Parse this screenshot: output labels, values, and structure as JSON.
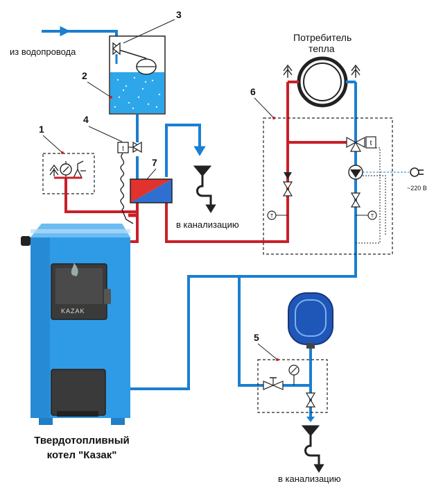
{
  "labels": {
    "from_water_main": "из водопровода",
    "to_sewer_top": "в канализацию",
    "to_sewer_bottom": "в канализацию",
    "consumer_line1": "Потребитель",
    "consumer_line2": "тепла",
    "voltage": "~220 В",
    "boiler_line1": "Твердотопливный",
    "boiler_line2": "котел \"Казак\"",
    "boiler_brand": "KAZAK"
  },
  "callouts": [
    {
      "id": "1",
      "text": "1"
    },
    {
      "id": "2",
      "text": "2"
    },
    {
      "id": "3",
      "text": "3"
    },
    {
      "id": "4",
      "text": "4"
    },
    {
      "id": "5",
      "text": "5"
    },
    {
      "id": "6",
      "text": "6"
    },
    {
      "id": "7",
      "text": "7"
    }
  ],
  "colors": {
    "hot": "#c8202a",
    "cold": "#1b7fd0",
    "boiler": "#2f9be6",
    "boiler_dark": "#1f7ec4",
    "water": "#2ea6ea",
    "tank": "#1f57b8"
  }
}
